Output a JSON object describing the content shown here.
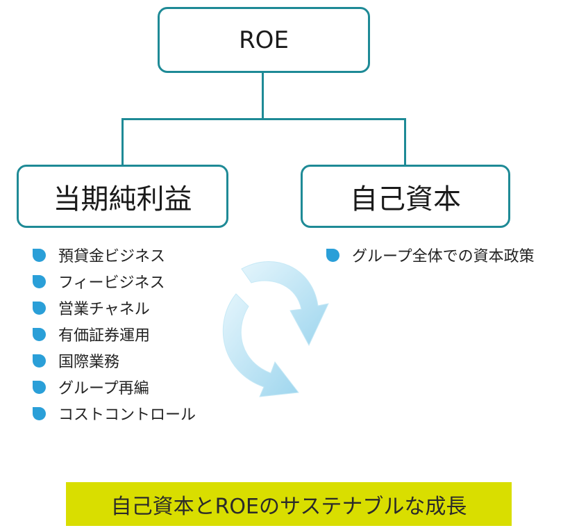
{
  "diagram": {
    "root": {
      "label": "ROE"
    },
    "children": [
      {
        "label": "当期純利益",
        "items": [
          "預貸金ビジネス",
          "フィービジネス",
          "営業チャネル",
          "有価証券運用",
          "国際業務",
          "グループ再編",
          "コストコントロール"
        ]
      },
      {
        "label": "自己資本",
        "items": [
          "グループ全体での資本政策"
        ]
      }
    ],
    "cycle_icon": "circular-arrows-icon",
    "banner": {
      "label": "自己資本とROEのサステナブルな成長"
    }
  },
  "colors": {
    "box_border": "#1e8a96",
    "connector": "#1e8a96",
    "bullet": "#2a9fd8",
    "arrows": "#a8dcf2",
    "banner_bg": "#d9de00"
  }
}
